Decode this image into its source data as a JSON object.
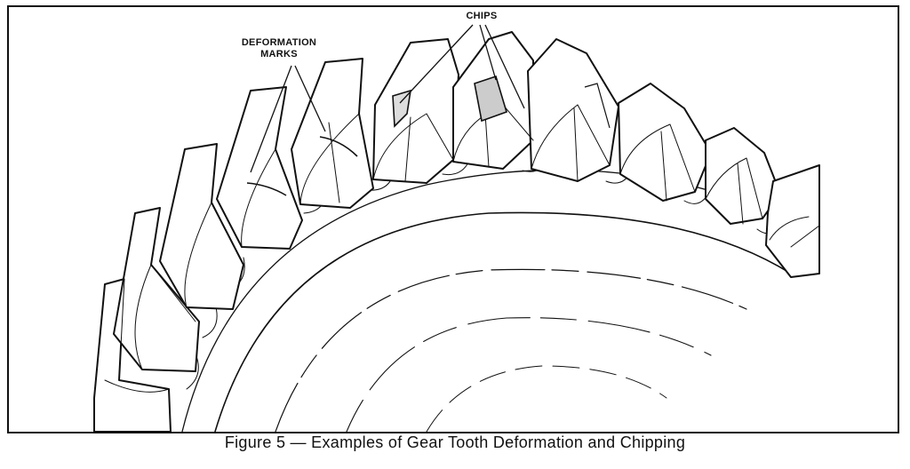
{
  "figure": {
    "caption": "Figure 5 — Examples of Gear Tooth Deformation and Chipping",
    "callouts": {
      "deformation_line1": "DEFORMATION",
      "deformation_line2": "MARKS",
      "chips": "CHIPS"
    }
  },
  "colors": {
    "ink": "#111111",
    "paper": "#ffffff"
  }
}
